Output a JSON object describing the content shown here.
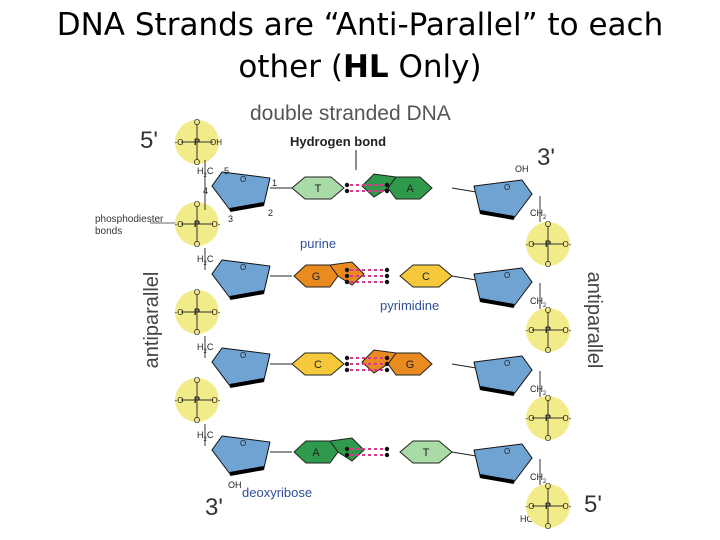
{
  "slide": {
    "title_line1": "DNA Strands are “Anti-Parallel” to each",
    "title_line2_prefix": "other (",
    "title_line2_bold": "HL",
    "title_line2_suffix": " Only)"
  },
  "diagram": {
    "heading": "double stranded DNA",
    "hydrogen_bond_label": "Hydrogen bond",
    "phosphodiester_label_line1": "phosphodiester",
    "phosphodiester_label_line2": "bonds",
    "purine_label": "purine",
    "pyrimidine_label": "pyrimidine",
    "deoxyribose_label": "deoxyribose",
    "antiparallel_left": "antiparallel",
    "antiparallel_right": "antiparallel",
    "end_top_left": "5'",
    "end_top_right": "3'",
    "end_bottom_left": "3'",
    "end_bottom_right": "5'",
    "oh_top_right": "OH",
    "oh_bottom_left": "OH",
    "ho_bottom_right": "HO",
    "carbon_numbers": [
      "5",
      "4",
      "1",
      "3",
      "2"
    ],
    "phosphate": {
      "O": "O",
      "P": "P",
      "OH": "OH",
      "O_minus": "O",
      "minus": "-"
    },
    "ch2_left": "H",
    "ch2_left_sub": "2",
    "ch2_left_c": "C",
    "ch2_right": "CH",
    "ch2_right_sub": "2",
    "sugar_o": "O",
    "base_pairs": [
      {
        "left": "T",
        "right": "A"
      },
      {
        "left": "G",
        "right": "C"
      },
      {
        "left": "C",
        "right": "G"
      },
      {
        "left": "A",
        "right": "T"
      }
    ],
    "colors": {
      "sugar": "#6fa3d1",
      "phosphate": "#f2eb8a",
      "purine_G": "#e98b1f",
      "pyrimidine_C": "#f6c93d",
      "purine_A": "#2f9a4b",
      "pyrimidine_T": "#a8dba6",
      "hydrogen_bond": "#d9388a",
      "label_blue": "#2f4f9a"
    }
  }
}
